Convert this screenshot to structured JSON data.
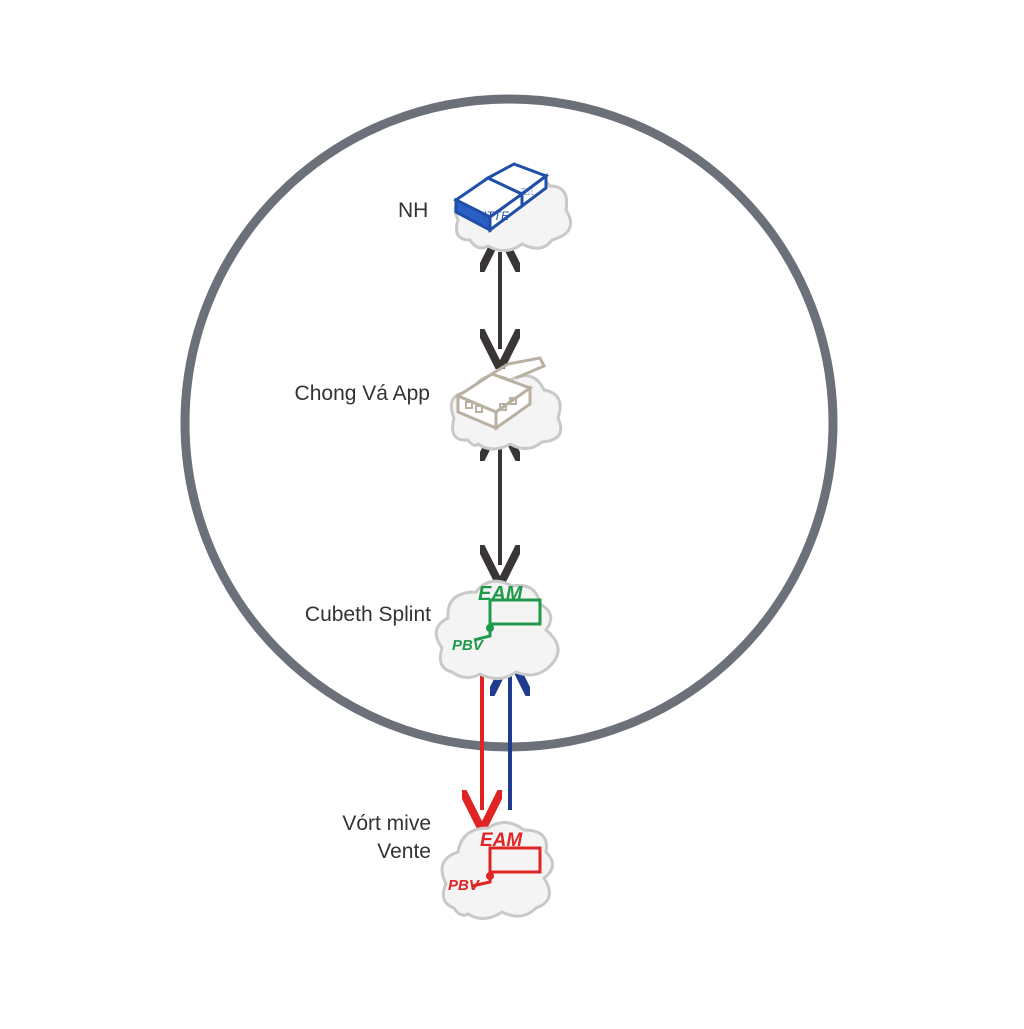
{
  "nodes": [
    {
      "id": "nh",
      "label": "NH",
      "icon": "network-device-icon",
      "color": "#1f4fa8"
    },
    {
      "id": "chong",
      "label": "Chong Vá App",
      "icon": "server-rack-icon",
      "color": "#b8b0a0"
    },
    {
      "id": "cubeth",
      "label": "Cubeth Splint",
      "icon": "eam-pbv-icon",
      "color": "#1f9a4a",
      "icon_text": {
        "top": "EAM",
        "bottom": "PBV"
      }
    },
    {
      "id": "vort",
      "label_line1": "Vórt mive",
      "label_line2": "Vente",
      "icon": "eam-pbv-icon",
      "color": "#e02424",
      "icon_text": {
        "top": "EAM",
        "bottom": "PBV"
      }
    }
  ],
  "connections": [
    {
      "from": "nh",
      "to": "chong",
      "style": "bidirectional",
      "color": "#3a3535"
    },
    {
      "from": "chong",
      "to": "cubeth",
      "style": "bidirectional",
      "color": "#3a3535"
    },
    {
      "from": "cubeth",
      "to": "vort",
      "style": "down",
      "color": "#e02424"
    },
    {
      "from": "vort",
      "to": "cubeth",
      "style": "up",
      "color": "#1f3b8f"
    }
  ],
  "colors": {
    "ring": "#6b7079",
    "cloud_fill": "#f4f4f4",
    "cloud_stroke": "#c9c9c9"
  }
}
